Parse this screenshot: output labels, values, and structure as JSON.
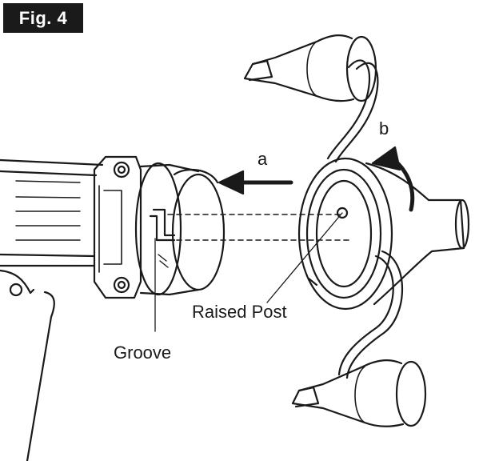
{
  "figure": {
    "label": "Fig. 4"
  },
  "labels": {
    "arrow_a": "a",
    "arrow_b": "b",
    "raised_post": "Raised Post",
    "groove": "Groove"
  },
  "colors": {
    "ink": "#1a1a1a",
    "paper": "#ffffff"
  }
}
